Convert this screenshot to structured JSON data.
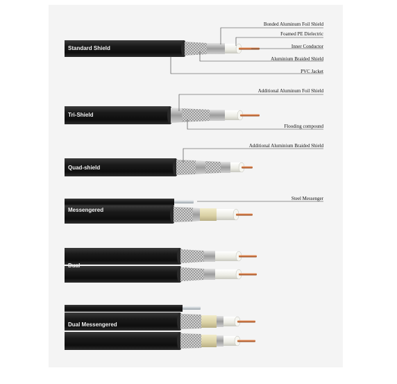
{
  "colors": {
    "jacket": "#1f1f1f",
    "foil": "#b9b9b9",
    "braid": "#8e8e8e",
    "dielectric": "#f3f3ee",
    "flooding": "#e2dbb6",
    "conductor": "#c96f3a",
    "steel": "#cfd4d8"
  },
  "cables": [
    {
      "name": "Standard Shield"
    },
    {
      "name": "Tri-Shield"
    },
    {
      "name": "Quad-shield"
    },
    {
      "name": "Messengered"
    },
    {
      "name": "Dual"
    },
    {
      "name": "Dual Messengered"
    }
  ],
  "callouts": {
    "bonded_foil": "Bonded Aluminum Foil Shield",
    "foamed_pe": "Foamed PE Dielectric",
    "inner_conductor": "Inner Conductor",
    "braided_shield": "Aluminium Braided Shield",
    "pvc_jacket": "PVC Jacket",
    "additional_foil": "Additional Aluminum Foil Shield",
    "flooding": "Flooding compound",
    "additional_braid": "Additional Aluminium Braided Shield",
    "steel_messenger": "Steel Messenger"
  }
}
